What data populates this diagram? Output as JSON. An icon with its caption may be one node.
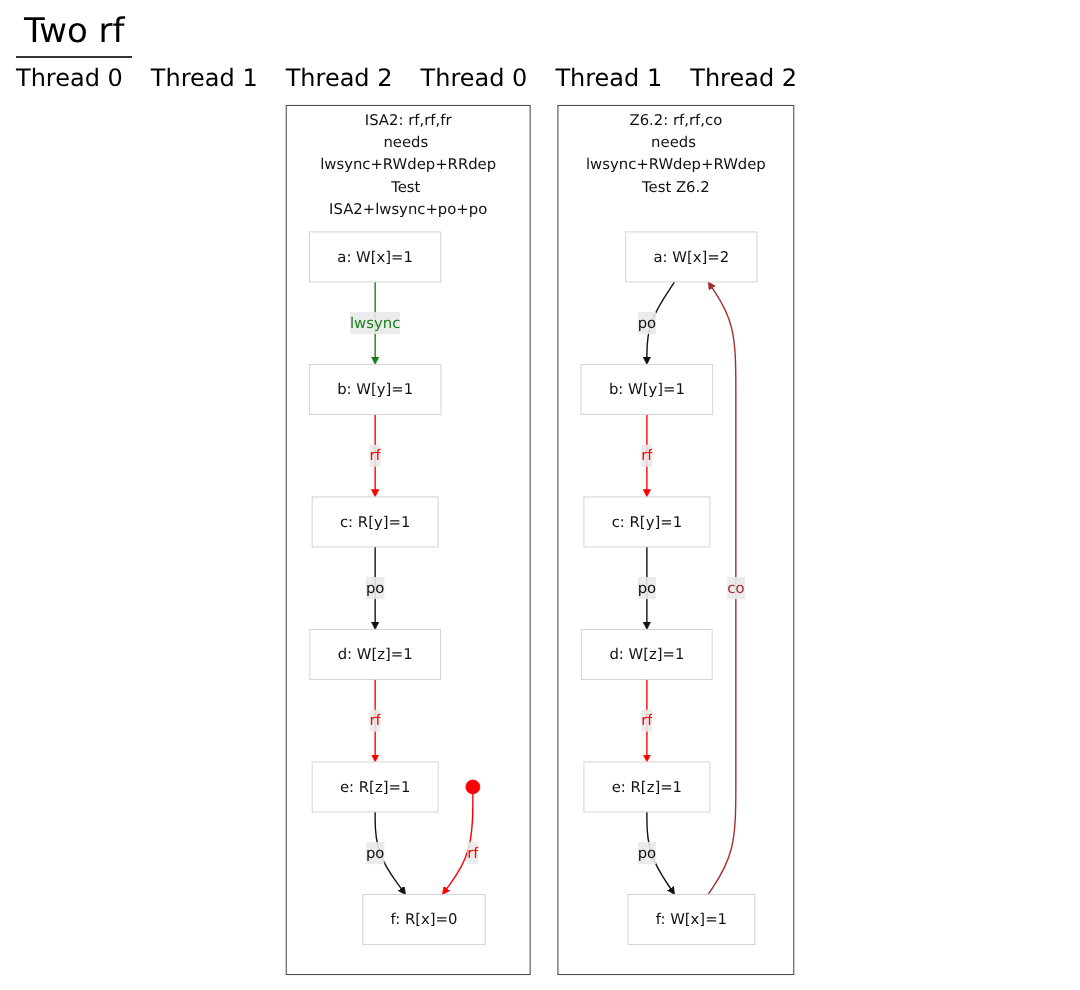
{
  "diagram": {
    "title": "Two rf",
    "nodes": [
      {
        "text": [
          "ISA2: rf,rf,fr",
          "needs lwsync+RWdep+RRdep",
          "Test ISA2+lwsync+po+po"
        ]
      },
      {
        "text": [
          "a: W[x]=1"
        ],
        "in": 0
      },
      {
        "text": [
          "b: W[y]=1"
        ],
        "in": 0
      },
      {
        "text": [
          "c: R[y]=1"
        ],
        "in": 0
      },
      {
        "text": [
          "d: W[z]=1"
        ],
        "in": 0
      },
      {
        "text": [
          "e: R[z]=1"
        ],
        "in": 0
      },
      {
        "text": [
          "f: R[x]=0"
        ],
        "in": 0
      },
      {
        "text": [
          "Z6.2: rf,rf,co",
          "needs lwsync+RWdep+RWdep",
          "Test Z6.2"
        ]
      },
      {
        "text": [
          "a: W[x]=2"
        ],
        "in": 7
      },
      {
        "text": [
          "b: W[y]=1"
        ],
        "in": 7
      },
      {
        "text": [
          "c: R[y]=1"
        ],
        "in": 7
      },
      {
        "text": [
          "d: W[z]=1"
        ],
        "in": 7
      },
      {
        "text": [
          "e: R[z]=1"
        ],
        "in": 7
      },
      {
        "text": [
          "f: W[x]=1"
        ],
        "in": 7
      }
    ],
    "edges": [
      {
        "from": 1,
        "to": 2,
        "arrow": "to",
        "label": "lwsync",
        "color": "#1a7f1a"
      },
      {
        "from": 2,
        "to": 3,
        "arrow": "to",
        "label": "rf",
        "color": "#ff0000"
      },
      {
        "from": 3,
        "to": 4,
        "arrow": "to",
        "label": "po",
        "color": "#111111"
      },
      {
        "from": 4,
        "to": 5,
        "arrow": "to",
        "label": "rf",
        "color": "#ff0000"
      },
      {
        "from": 5,
        "to": 6,
        "arrow": "to",
        "label": "po",
        "color": "#111111"
      },
      {
        "from": null,
        "to": 6,
        "arrow": "to",
        "label": "rf",
        "color": "#ff0000"
      },
      {
        "from": 8,
        "to": 9,
        "arrow": "to",
        "label": "po",
        "color": "#111111"
      },
      {
        "from": 10,
        "to": 11,
        "arrow": "to",
        "label": "po",
        "color": "#111111"
      },
      {
        "from": 12,
        "to": 13,
        "arrow": "to",
        "label": "po",
        "color": "#111111"
      },
      {
        "from": 9,
        "to": 10,
        "arrow": "to",
        "label": "rf",
        "color": "#ff0000"
      },
      {
        "from": 11,
        "to": 12,
        "arrow": "to",
        "label": "rf",
        "color": "#ff0000"
      },
      {
        "from": 13,
        "to": 8,
        "arrow": "to",
        "label": "co",
        "color": "#a03030"
      }
    ],
    "labels": [
      "Thread 0",
      "Thread 1",
      "Thread 2",
      "Thread 0",
      "Thread 1",
      "Thread 2"
    ]
  }
}
